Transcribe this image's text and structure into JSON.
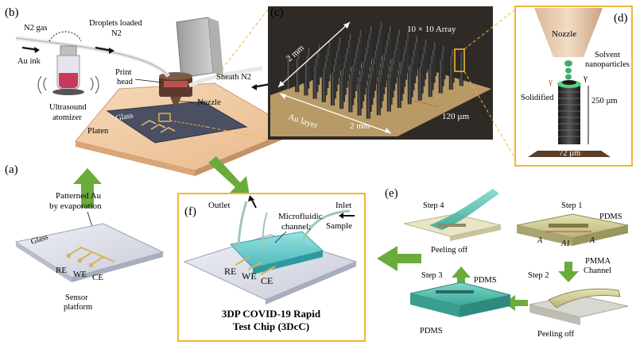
{
  "panels": {
    "b": {
      "letter": "(b)",
      "n2_gas": "N2 gas",
      "droplets_line1": "Droplets loaded",
      "droplets_line2": "N2",
      "au_ink": "Au ink",
      "atomizer_line1": "Ultrasound",
      "atomizer_line2": "atomizer",
      "print_head_line1": "Print",
      "print_head_line2": "head",
      "sheath": "Sheath N2",
      "nozzle": "Nozzle",
      "glass": "Glass",
      "platen": "Platen"
    },
    "c": {
      "letter": "(c)",
      "array": "10 × 10 Array",
      "dim_top": "2 mm",
      "dim_bottom": "2 mm",
      "au_layer": "Au layer",
      "pillar_size": "120 µm"
    },
    "d": {
      "letter": "(d)",
      "nozzle": "Nozzle",
      "solvent_line1": "Solvent",
      "solvent_line2": "nanoparticles",
      "gamma_left": "γ",
      "gamma_right": "γ",
      "solidified": "Solidified",
      "height": "250 µm",
      "width": "72 µm"
    },
    "a": {
      "letter": "(a)",
      "patterned_line1": "Patterned Au",
      "patterned_line2": "by evaporation",
      "glass": "Glass",
      "re": "RE",
      "we": "WE",
      "ce": "CE",
      "sensor_line1": "Sensor",
      "sensor_line2": "platform"
    },
    "f": {
      "letter": "(f)",
      "outlet": "Outlet",
      "inlet": "Inlet",
      "sample": "Sample",
      "microfluidic_line1": "Microfluidic",
      "microfluidic_line2": "channel;",
      "re": "RE",
      "we": "WE",
      "ce": "CE",
      "caption_line1": "3DP COVID-19 Rapid",
      "caption_line2": "Test Chip (3DcC)"
    },
    "e": {
      "letter": "(e)",
      "step4": "Step 4",
      "step1": "Step 1",
      "step3": "Step 3",
      "step2": "Step 2",
      "pdms_top": "PDMS",
      "pdms_mid": "PDMS",
      "pdms_bottom": "PDMS",
      "peeling_top": "Peeling off",
      "peeling_bottom": "Peeling off",
      "pmma_line1": "PMMA",
      "pmma_line2": "Channel",
      "a_left": "A",
      "a1": "A1",
      "a_right": "A"
    }
  },
  "colors": {
    "accent_green": "#6aab3c",
    "highlight_yellow": "#f2b632",
    "gold": "#d9b25a"
  }
}
